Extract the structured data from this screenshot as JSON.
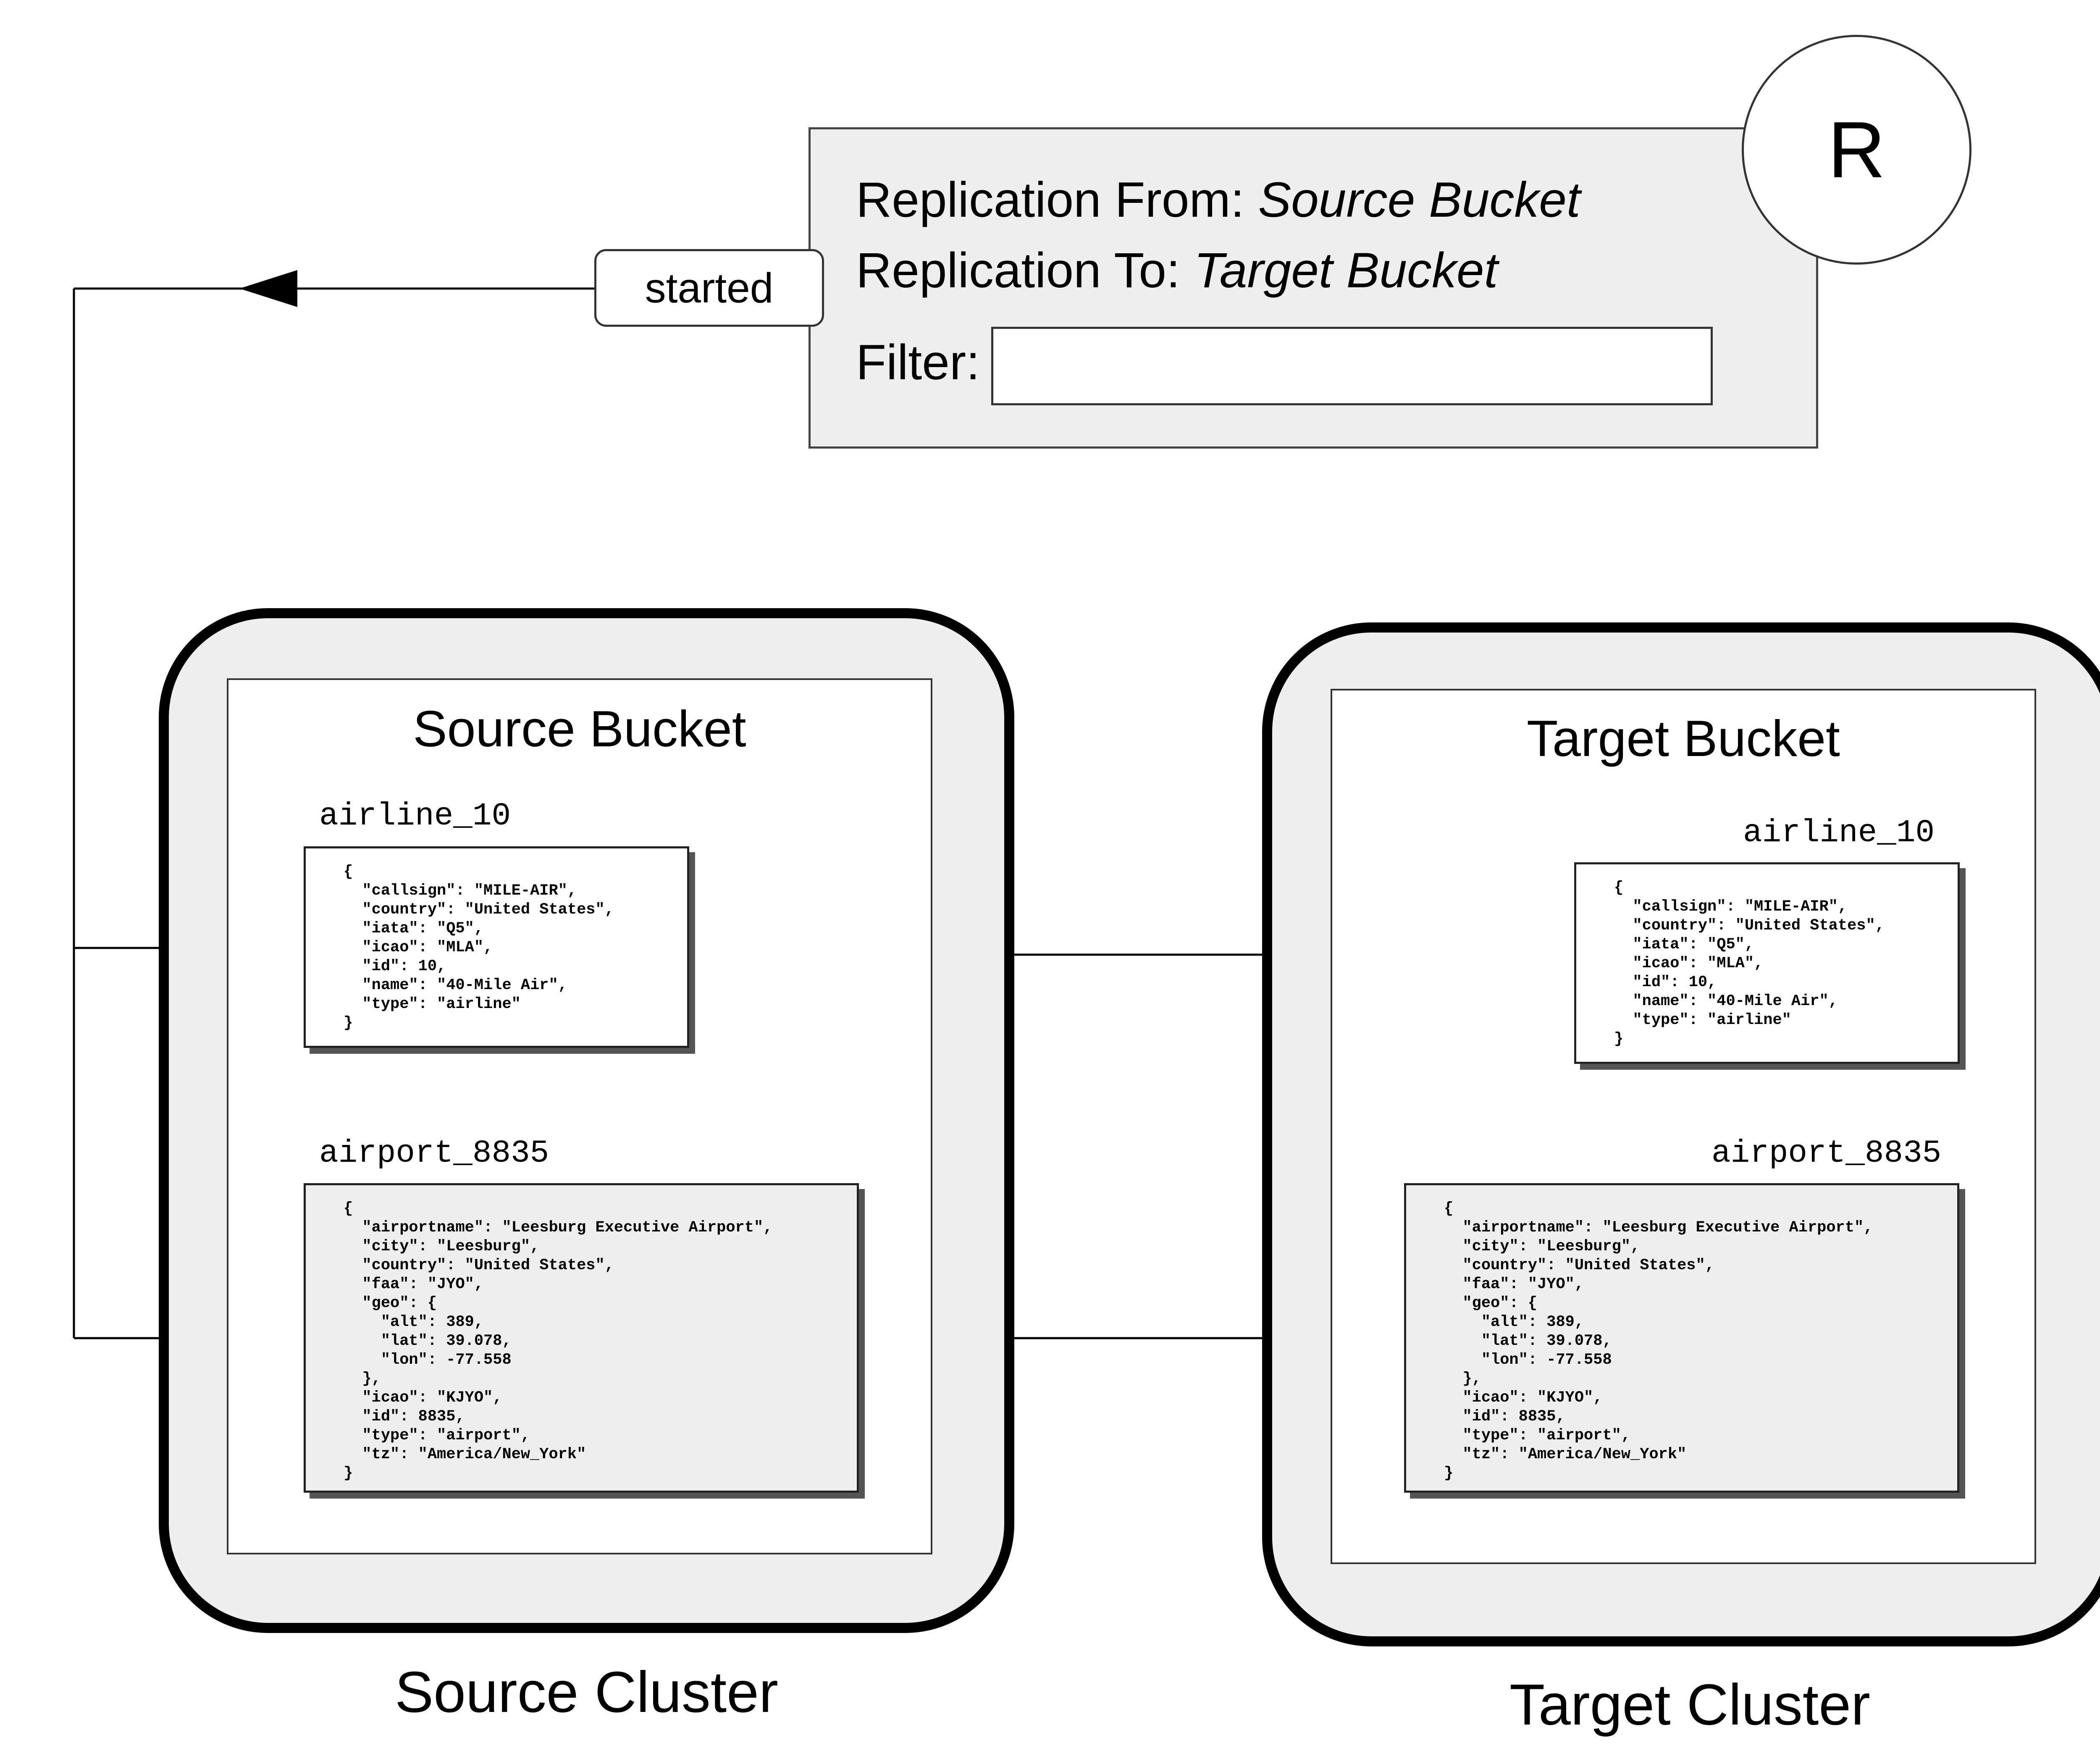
{
  "replication": {
    "icon_letter": "R",
    "from_label": "Replication From:",
    "from_value": "Source Bucket",
    "to_label": "Replication To:",
    "to_value": "Target Bucket",
    "filter_label": "Filter:",
    "filter_value": "",
    "status": "started"
  },
  "source": {
    "cluster_label": "Source Cluster",
    "bucket_title": "Source Bucket",
    "docs": [
      {
        "key": "airline_10",
        "json": "{\n  \"callsign\": \"MILE-AIR\",\n  \"country\": \"United States\",\n  \"iata\": \"Q5\",\n  \"icao\": \"MLA\",\n  \"id\": 10,\n  \"name\": \"40-Mile Air\",\n  \"type\": \"airline\"\n}"
      },
      {
        "key": "airport_8835",
        "json": "{\n  \"airportname\": \"Leesburg Executive Airport\",\n  \"city\": \"Leesburg\",\n  \"country\": \"United States\",\n  \"faa\": \"JYO\",\n  \"geo\": {\n    \"alt\": 389,\n    \"lat\": 39.078,\n    \"lon\": -77.558\n  },\n  \"icao\": \"KJYO\",\n  \"id\": 8835,\n  \"type\": \"airport\",\n  \"tz\": \"America/New_York\"\n}"
      }
    ]
  },
  "target": {
    "cluster_label": "Target Cluster",
    "bucket_title": "Target Bucket",
    "docs": [
      {
        "key": "airline_10",
        "json": "{\n  \"callsign\": \"MILE-AIR\",\n  \"country\": \"United States\",\n  \"iata\": \"Q5\",\n  \"icao\": \"MLA\",\n  \"id\": 10,\n  \"name\": \"40-Mile Air\",\n  \"type\": \"airline\"\n}"
      },
      {
        "key": "airport_8835",
        "json": "{\n  \"airportname\": \"Leesburg Executive Airport\",\n  \"city\": \"Leesburg\",\n  \"country\": \"United States\",\n  \"faa\": \"JYO\",\n  \"geo\": {\n    \"alt\": 389,\n    \"lat\": 39.078,\n    \"lon\": -77.558\n  },\n  \"icao\": \"KJYO\",\n  \"id\": 8835,\n  \"type\": \"airport\",\n  \"tz\": \"America/New_York\"\n}"
      }
    ]
  }
}
